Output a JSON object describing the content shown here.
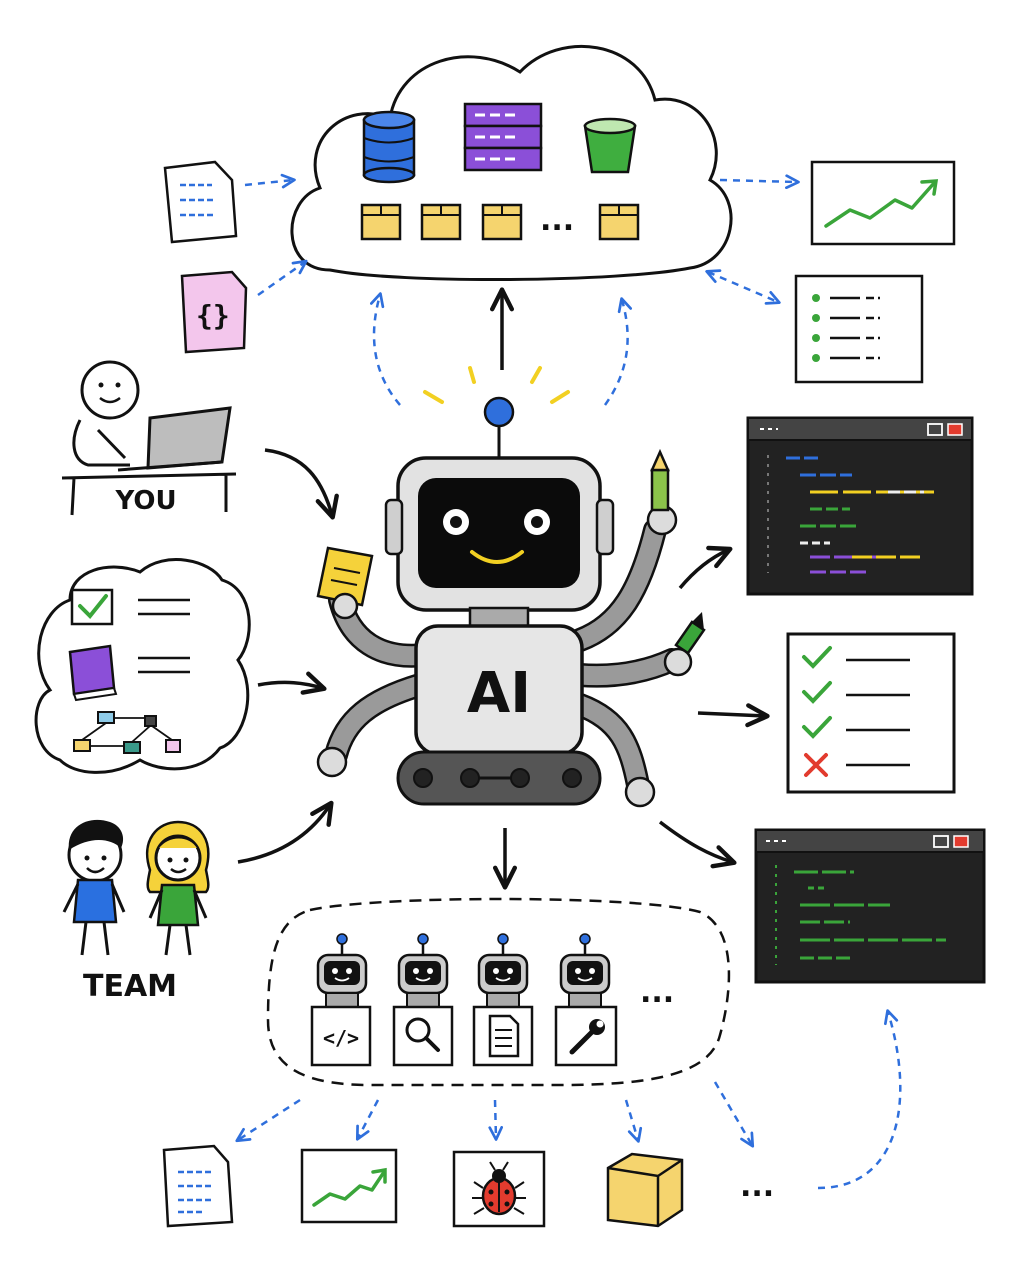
{
  "labels": {
    "you": "YOU",
    "team": "TEAM",
    "robot": "AI",
    "ellipsis": "..."
  },
  "icons": {
    "central": "ai-robot",
    "you": "person-at-laptop",
    "team": "two-people",
    "context": [
      "checklist-item",
      "book",
      "flow-diagram"
    ],
    "cloud_services": [
      "database",
      "server-rack",
      "bucket",
      "storage-box"
    ],
    "cloud_inputs": [
      "text-document",
      "json-file"
    ],
    "cloud_outputs": [
      "trend-chart",
      "bullet-list"
    ],
    "right_outputs": [
      "code-editor-window",
      "test-checklist",
      "terminal-window"
    ],
    "subagent_tools": [
      "code-tag",
      "magnifier",
      "document",
      "wrench"
    ],
    "bottom_outputs": [
      "text-document",
      "trend-chart",
      "bug",
      "package-cube"
    ]
  },
  "colors": {
    "arrow_solid": "#111111",
    "arrow_dashed": "#2f6fdc",
    "database": "#2f6fdc",
    "server": "#8b4fd8",
    "bucket": "#3fae3f",
    "box": "#f5d46e",
    "check": "#3aa53a",
    "cross": "#e23b2e",
    "terminal_bg": "#222222",
    "team_blue": "#2a70e0",
    "team_green": "#3aa53a",
    "hair_yellow": "#f5d23a"
  }
}
